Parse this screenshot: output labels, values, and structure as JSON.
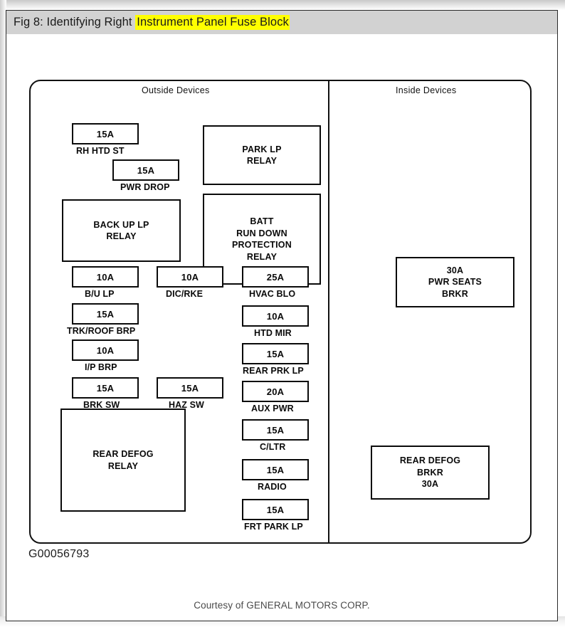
{
  "header": {
    "prefix": "Fig 8: Identifying Right ",
    "highlighted": "Instrument Panel Fuse Block"
  },
  "diagram": {
    "outside_title": "Outside  Devices",
    "inside_title": "Inside  Devices",
    "figure_id": "G00056793",
    "courtesy": "Courtesy of GENERAL MOTORS CORP."
  },
  "outside_devices": {
    "fuses": [
      {
        "rating": "15A",
        "label": "RH HTD ST"
      },
      {
        "rating": "15A",
        "label": "PWR DROP"
      },
      {
        "rating": "10A",
        "label": "B/U LP"
      },
      {
        "rating": "10A",
        "label": "DIC/RKE"
      },
      {
        "rating": "25A",
        "label": "HVAC BLO"
      },
      {
        "rating": "15A",
        "label": "TRK/ROOF BRP"
      },
      {
        "rating": "10A",
        "label": "HTD MIR"
      },
      {
        "rating": "10A",
        "label": "I/P BRP"
      },
      {
        "rating": "15A",
        "label": "REAR PRK LP"
      },
      {
        "rating": "15A",
        "label": "BRK SW"
      },
      {
        "rating": "15A",
        "label": "HAZ SW"
      },
      {
        "rating": "20A",
        "label": "AUX PWR"
      },
      {
        "rating": "15A",
        "label": "C/LTR"
      },
      {
        "rating": "15A",
        "label": "RADIO"
      },
      {
        "rating": "15A",
        "label": "FRT PARK LP"
      }
    ],
    "relays": [
      {
        "name": "PARK LP\nRELAY",
        "lines": [
          "PARK LP",
          "RELAY"
        ]
      },
      {
        "name": "BATT RUN DOWN PROTECTION RELAY",
        "lines": [
          "BATT",
          "RUN DOWN",
          "PROTECTION",
          "RELAY"
        ]
      },
      {
        "name": "BACK UP LP RELAY",
        "lines": [
          "BACK UP LP",
          "RELAY"
        ]
      },
      {
        "name": "REAR DEFOG RELAY",
        "lines": [
          "REAR DEFOG",
          "RELAY"
        ]
      }
    ]
  },
  "inside_devices": {
    "breakers": [
      {
        "lines": [
          "30A",
          "PWR SEATS",
          "BRKR"
        ]
      },
      {
        "lines": [
          "REAR DEFOG",
          "BRKR",
          "30A"
        ]
      }
    ]
  },
  "colors": {
    "highlight": "#ffff00",
    "header_bar": "#d2d2d2",
    "ink": "#0a0a0a",
    "page_bg": "#ffffff"
  }
}
